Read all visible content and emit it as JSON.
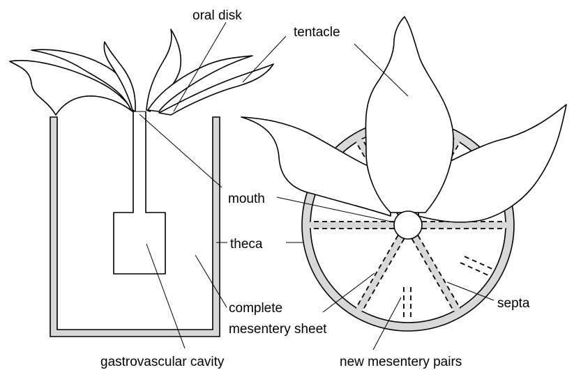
{
  "labels": {
    "oral_disk": "oral disk",
    "tentacle": "tentacle",
    "mouth": "mouth",
    "theca": "theca",
    "complete_line1": "complete",
    "complete_line2": "mesentery sheet",
    "septa": "septa",
    "gastrovascular_cavity": "gastrovascular cavity",
    "new_mesentery_pairs": "new mesentery pairs"
  },
  "colors": {
    "outline": "#000000",
    "theca_fill": "#d8d8d8",
    "background": "#ffffff"
  }
}
